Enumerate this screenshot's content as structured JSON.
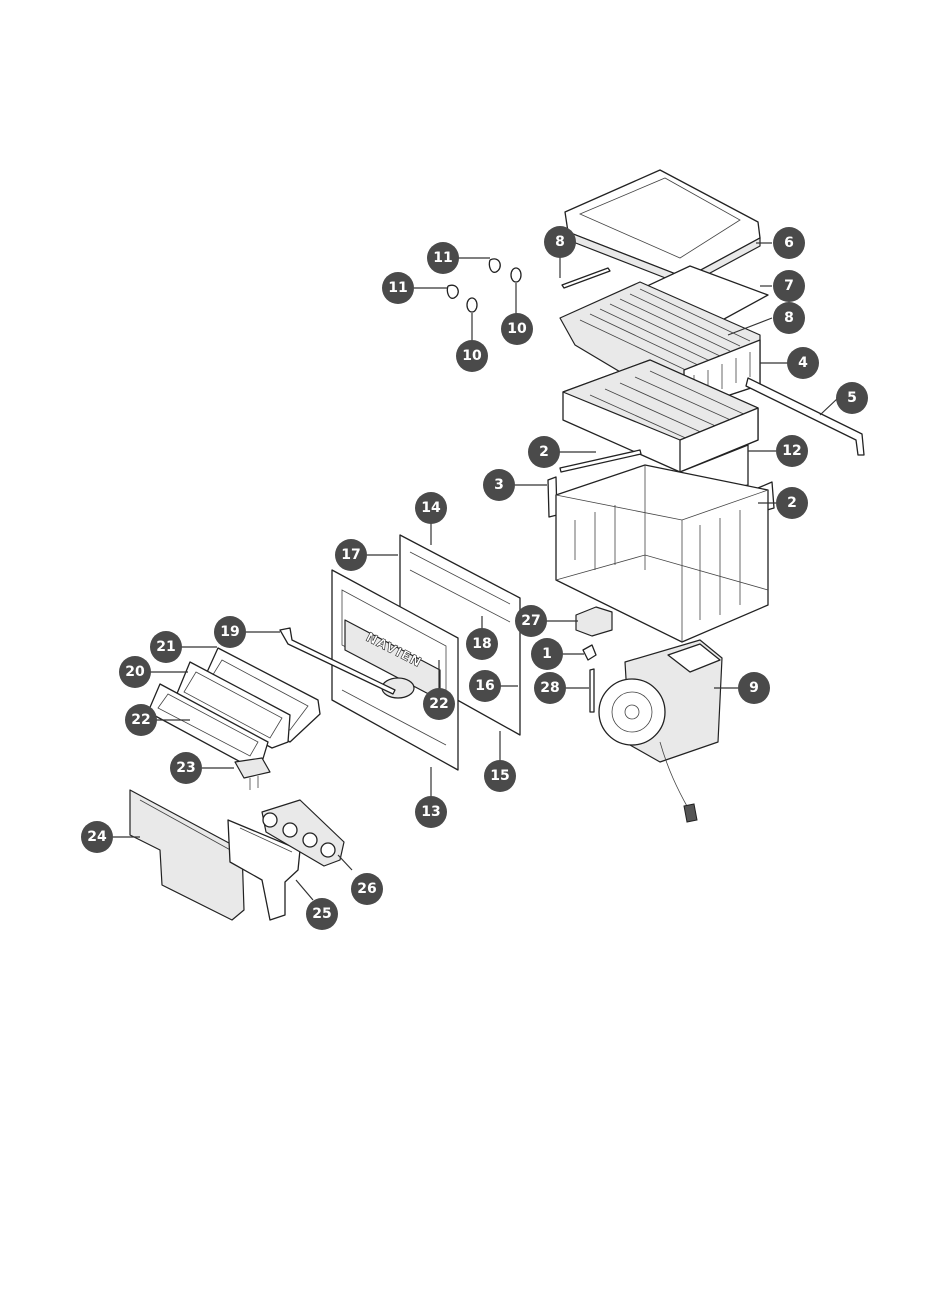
{
  "diagram": {
    "brand_text": "NAVIEN",
    "callouts": [
      "1",
      "2",
      "2",
      "3",
      "4",
      "5",
      "6",
      "7",
      "8",
      "8",
      "9",
      "10",
      "10",
      "11",
      "11",
      "12",
      "13",
      "14",
      "15",
      "16",
      "17",
      "18",
      "19",
      "20",
      "21",
      "22",
      "22",
      "23",
      "24",
      "25",
      "26",
      "27",
      "28"
    ]
  }
}
